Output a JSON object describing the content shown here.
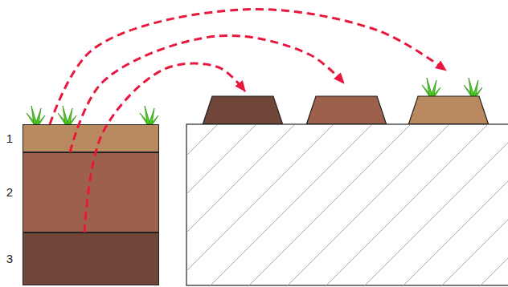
{
  "diagram": {
    "nodes": [
      {
        "text": [
          "1"
        ]
      },
      {
        "text": [
          "2"
        ]
      },
      {
        "text": [
          "3"
        ]
      },
      {
        "text": []
      },
      {
        "text": []
      },
      {
        "text": []
      }
    ],
    "edges": [
      {
        "from": 0,
        "to": 5,
        "arrow": "to"
      },
      {
        "from": 1,
        "to": 4,
        "arrow": "to"
      },
      {
        "from": 2,
        "to": 3,
        "arrow": "to"
      }
    ]
  }
}
